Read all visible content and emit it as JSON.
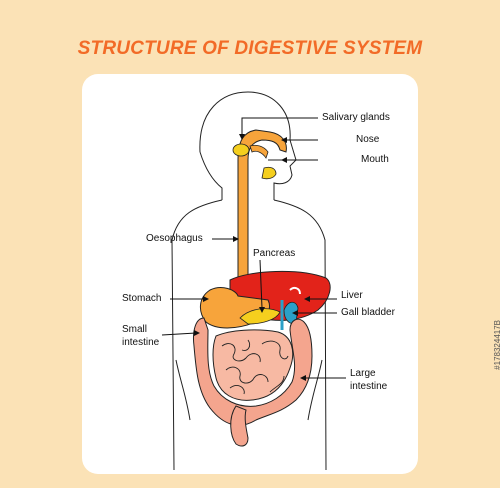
{
  "title": "STRUCTURE OF DIGESTIVE SYSTEM",
  "labels": {
    "salivary_glands": "Salivary glands",
    "nose": "Nose",
    "mouth": "Mouth",
    "oesophagus": "Oesophagus",
    "pancreas": "Pancreas",
    "stomach": "Stomach",
    "liver": "Liver",
    "gall_bladder": "Gall bladder",
    "small_intestine_1": "Small",
    "small_intestine_2": "intestine",
    "large_intestine_1": "Large",
    "large_intestine_2": "intestine"
  },
  "stock_id": "#178324417B",
  "colors": {
    "title": "#f26b27",
    "background": "#fbe2b6",
    "oesophagus": "#f7a43b",
    "liver": "#e2231a",
    "gall_bladder": "#2aa0c8",
    "intestine": "#f4a58e",
    "salivary": "#f5cf1e"
  }
}
